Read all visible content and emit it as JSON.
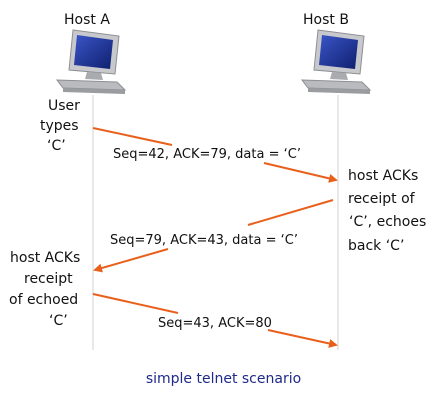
{
  "hosts": [
    {
      "label": "Host A"
    },
    {
      "label": "Host B"
    }
  ],
  "notes": {
    "user_types": [
      "User",
      "types",
      "‘C’"
    ],
    "host_b_ack": [
      "host ACKs",
      "receipt of",
      "‘C’, echoes",
      "back ‘C’"
    ],
    "host_a_ack": [
      "host ACKs",
      "receipt",
      "of echoed",
      "‘C’"
    ]
  },
  "messages": [
    {
      "label": "Seq=42, ACK=79, data = ‘C’"
    },
    {
      "label": "Seq=79, ACK=43, data = ‘C’"
    },
    {
      "label": "Seq=43, ACK=80"
    }
  ],
  "caption": "simple telnet scenario",
  "colors": {
    "arrow": "#e8601c",
    "timeline": "#d8d8d8",
    "caption": "#1f2a8a",
    "monitor_body": "#bfc1c4",
    "monitor_screen": "#1e2f8f"
  }
}
